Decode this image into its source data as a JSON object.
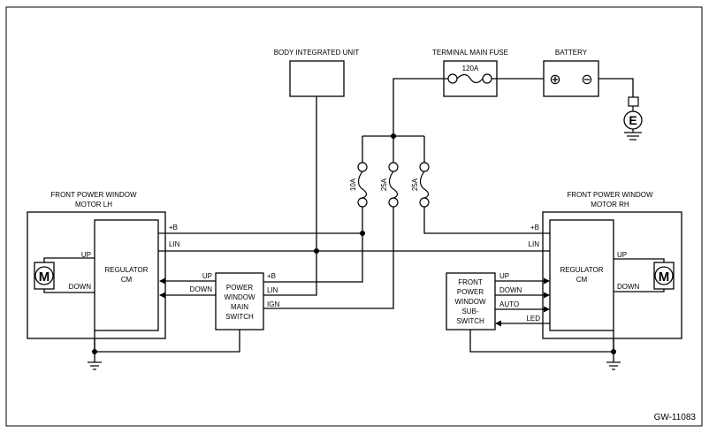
{
  "diagram_id": "GW-11083",
  "components": {
    "body_integrated_unit": "BODY INTEGRATED UNIT",
    "terminal_main_fuse": "TERMINAL MAIN FUSE",
    "main_fuse_rating": "120A",
    "battery": "BATTERY",
    "battery_plus": "⊕",
    "battery_minus": "⊖",
    "ground_E": "E",
    "motor_lh_line1": "FRONT POWER WINDOW",
    "motor_lh_line2": "MOTOR LH",
    "motor_rh_line1": "FRONT POWER WINDOW",
    "motor_rh_line2": "MOTOR RH",
    "regulator_line1": "REGULATOR",
    "regulator_line2": "CM",
    "motor_symbol": "M",
    "main_switch": [
      "POWER",
      "WINDOW",
      "MAIN",
      "SWITCH"
    ],
    "sub_switch": [
      "FRONT",
      "POWER",
      "WINDOW",
      "SUB-",
      "SWITCH"
    ]
  },
  "fuses": [
    "10A",
    "25A",
    "25A"
  ],
  "signals": {
    "plus_b": "+B",
    "lin": "LIN",
    "up": "UP",
    "down": "DOWN",
    "ign": "IGN",
    "auto": "AUTO",
    "led": "LED"
  }
}
